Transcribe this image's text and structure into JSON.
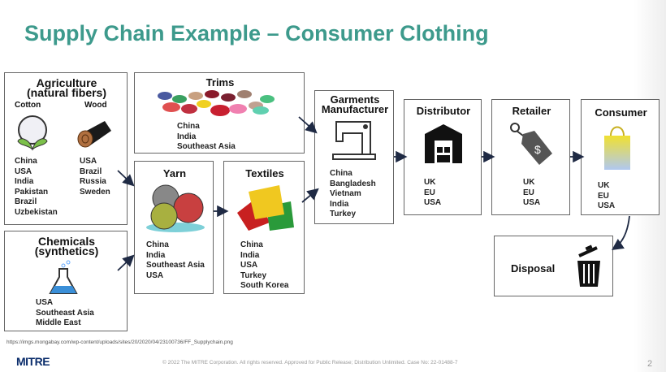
{
  "title": "Supply Chain Example – Consumer Clothing",
  "agriculture": {
    "title1": "Agriculture",
    "title2": "(natural fibers)",
    "cotton": {
      "label": "Cotton",
      "countries": [
        "China",
        "USA",
        "India",
        "Pakistan",
        "Brazil",
        "Uzbekistan"
      ]
    },
    "wood": {
      "label": "Wood",
      "countries": [
        "USA",
        "Brazil",
        "Russia",
        "Sweden"
      ]
    }
  },
  "chemicals": {
    "title1": "Chemicals",
    "title2": "(synthetics)",
    "countries": [
      "USA",
      "Southeast Asia",
      "Middle East"
    ]
  },
  "trims": {
    "title": "Trims",
    "countries": [
      "China",
      "India",
      "Southeast Asia"
    ]
  },
  "yarn": {
    "title": "Yarn",
    "countries": [
      "China",
      "India",
      "Southeast Asia",
      "USA"
    ]
  },
  "textiles": {
    "title": "Textiles",
    "countries": [
      "China",
      "India",
      "USA",
      "Turkey",
      "South Korea"
    ]
  },
  "garments": {
    "title1": "Garments",
    "title2": "Manufacturer",
    "countries": [
      "China",
      "Bangladesh",
      "Vietnam",
      "India",
      "Turkey"
    ]
  },
  "distributor": {
    "title": "Distributor",
    "countries": [
      "UK",
      "EU",
      "USA"
    ]
  },
  "retailer": {
    "title": "Retailer",
    "countries": [
      "UK",
      "EU",
      "USA"
    ]
  },
  "consumer": {
    "title": "Consumer",
    "countries": [
      "UK",
      "EU",
      "USA"
    ]
  },
  "disposal": {
    "title": "Disposal"
  },
  "source": "https://imgs.mongabay.com/wp-content/uploads/sites/20/2020/04/23100736/FF_Supplychain.png",
  "logo": "MITRE",
  "copyright": "© 2022 The MITRE Corporation. All rights reserved. Approved for Public Release; Distribution Unlimited. Case No: 22-01488-7",
  "page": "2",
  "colors": {
    "title": "#3d9a8c",
    "logo": "#0b2d6b"
  }
}
